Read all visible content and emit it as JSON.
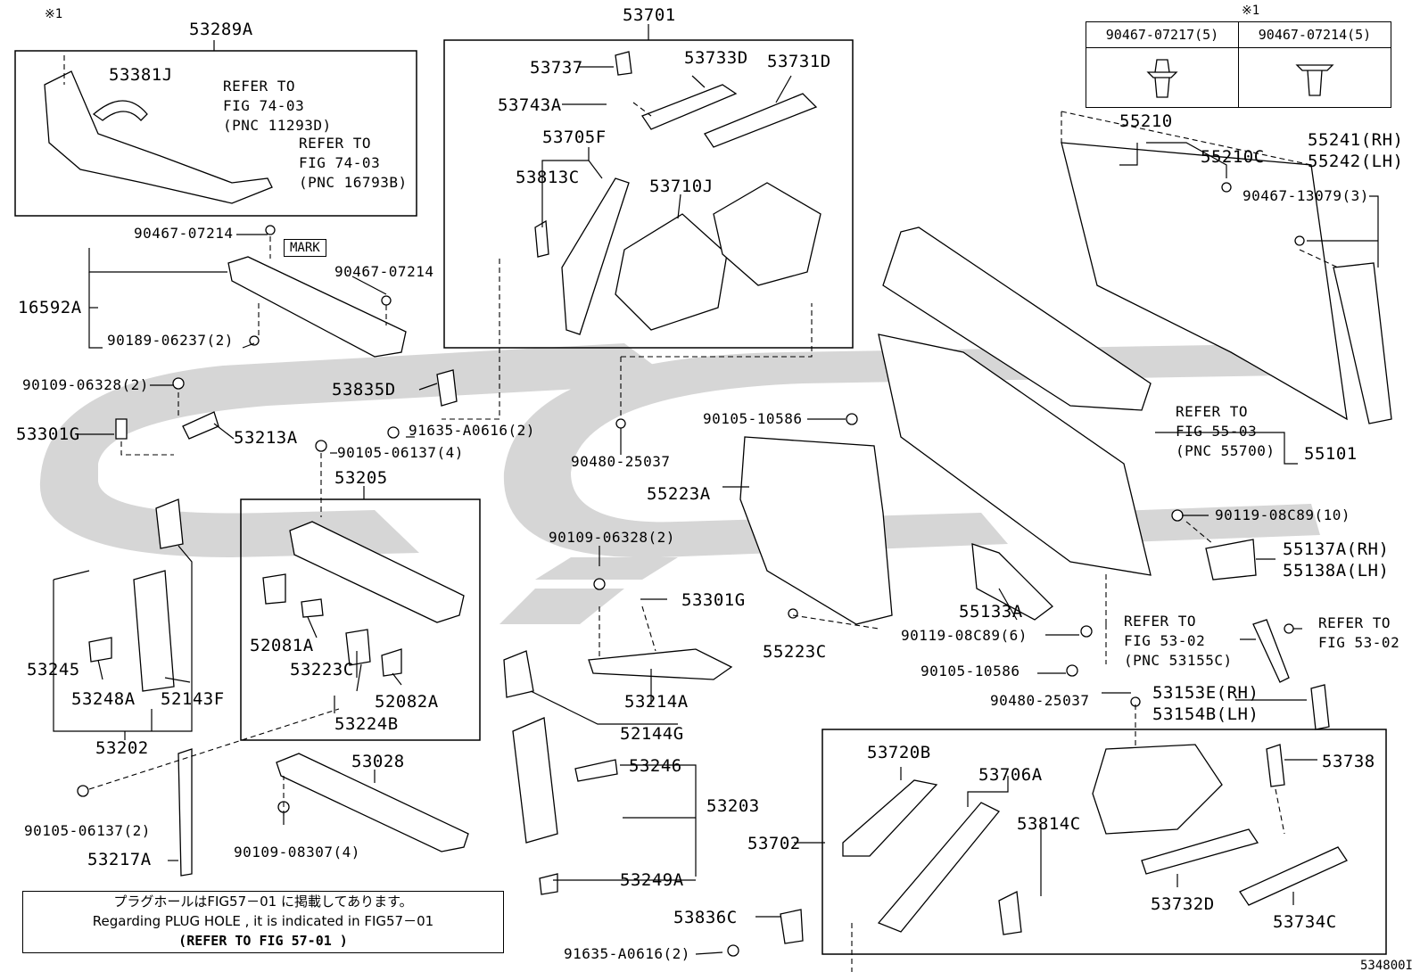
{
  "diagram_id": "534800I",
  "mark_label": "MARK",
  "footnote_marker": "※1",
  "clip_table": {
    "marker": "※1",
    "headers": [
      "90467-07217(5)",
      "90467-07214(5)"
    ]
  },
  "callout": {
    "line1": "プラグホールはFIG57－01 に掲載してあります。",
    "line2": "Regarding  PLUG HOLE , it is  indicated  in  FIG57－01",
    "line3": "(REFER TO FIG 57-01  )"
  },
  "notes": {
    "refer_11293d": [
      "REFER TO",
      "FIG 74-03",
      "(PNC 11293D)"
    ],
    "refer_16793b": [
      "REFER TO",
      "FIG 74-03",
      "(PNC 16793B)"
    ],
    "refer_55700": [
      "REFER TO",
      "FIG 55-03",
      "(PNC 55700)"
    ],
    "refer_53155c": [
      "REFER TO",
      "FIG 53-02",
      "(PNC 53155C)"
    ],
    "refer_53_02": [
      "REFER TO",
      "FIG 53-02"
    ]
  },
  "parts": {
    "p53289A": "53289A",
    "p53381J": "53381J",
    "p90467_07214_a": "90467-07214",
    "p90467_07214_b": "90467-07214",
    "p16592A": "16592A",
    "p90189_06237": "90189-06237(2)",
    "p90109_06328_a": "90109-06328(2)",
    "p53301G_a": "53301G",
    "p53213A": "53213A",
    "p53835D": "53835D",
    "p91635_A0616_a": "91635-A0616(2)",
    "p90105_06137_4": "90105-06137(4)",
    "p53205": "53205",
    "p53245": "53245",
    "p53248A": "53248A",
    "p52143F": "52143F",
    "p53202": "53202",
    "p52081A": "52081A",
    "p53223C": "53223C",
    "p52082A": "52082A",
    "p53224B": "53224B",
    "p90105_06137_2": "90105-06137(2)",
    "p53217A": "53217A",
    "p53028": "53028",
    "p90109_08307": "90109-08307(4)",
    "p53701": "53701",
    "p53737": "53737",
    "p53733D": "53733D",
    "p53731D": "53731D",
    "p53743A": "53743A",
    "p53705F": "53705F",
    "p53813C": "53813C",
    "p53710J": "53710J",
    "p90480_25037_a": "90480-25037",
    "p90109_06328_b": "90109-06328(2)",
    "p53301G_b": "53301G",
    "p53214A": "53214A",
    "p52144G": "52144G",
    "p53246": "53246",
    "p53203": "53203",
    "p53249A": "53249A",
    "p53836C": "53836C",
    "p91635_A0616_b": "91635-A0616(2)",
    "p55210": "55210",
    "p55210C": "55210C",
    "p55241": "55241(RH)",
    "p55242": "55242(LH)",
    "p90467_13079": "90467-13079(3)",
    "p90105_10586_a": "90105-10586",
    "p55101": "55101",
    "p55223A": "55223A",
    "p90119_08C89_10": "90119-08C89(10)",
    "p55137A": "55137A(RH)",
    "p55138A": "55138A(LH)",
    "p55133A": "55133A",
    "p55223C": "55223C",
    "p90119_08C89_6": "90119-08C89(6)",
    "p90105_10586_b": "90105-10586",
    "p90480_25037_b": "90480-25037",
    "p53153E": "53153E(RH)",
    "p53154B": "53154B(LH)",
    "p53720B": "53720B",
    "p53706A": "53706A",
    "p53814C": "53814C",
    "p53738": "53738",
    "p53702": "53702",
    "p53732D": "53732D",
    "p53734C": "53734C"
  }
}
